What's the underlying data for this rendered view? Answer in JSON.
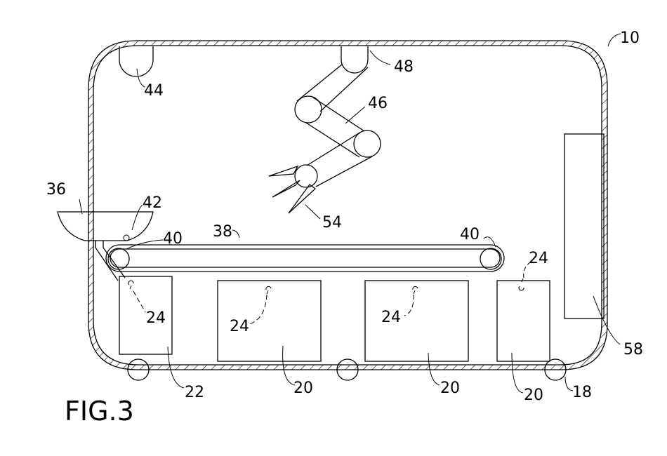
{
  "figure": {
    "title": "FIG.3"
  },
  "labels": {
    "n10": "10",
    "n44": "44",
    "n48": "48",
    "n46": "46",
    "n36": "36",
    "n42": "42",
    "n40a": "40",
    "n38": "38",
    "n40b": "40",
    "n54": "54",
    "n24a": "24",
    "n24b": "24",
    "n24c": "24",
    "n24d": "24",
    "n58": "58",
    "n22": "22",
    "n20a": "20",
    "n20b": "20",
    "n20c": "20",
    "n18": "18"
  }
}
